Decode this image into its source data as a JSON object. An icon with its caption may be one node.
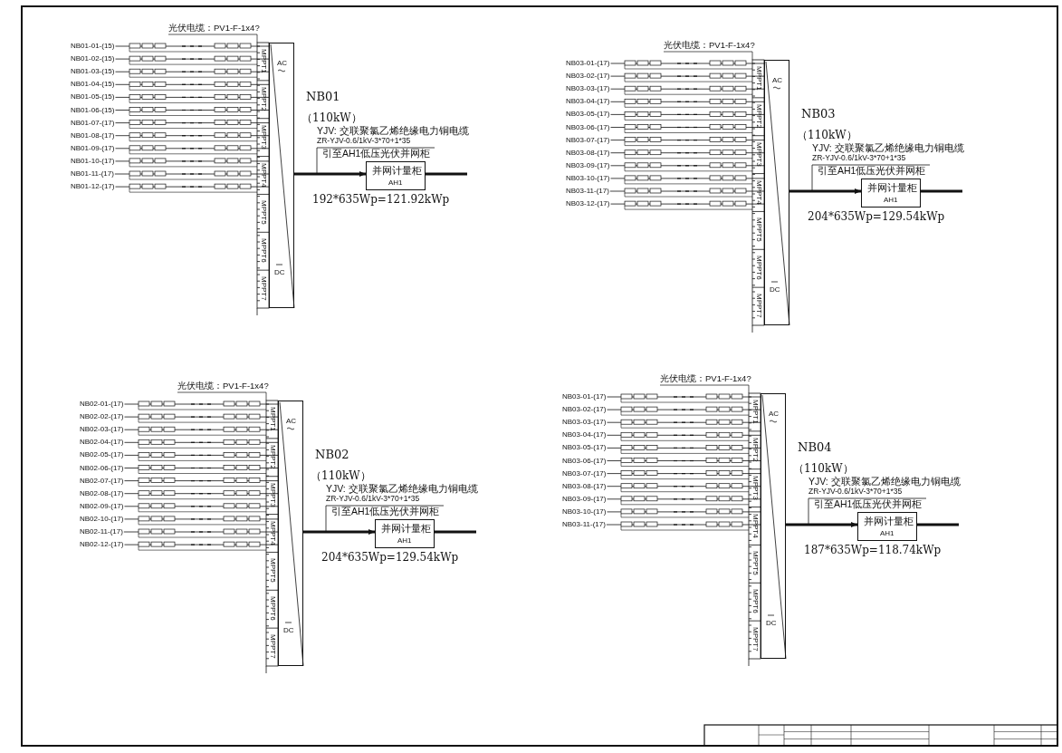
{
  "diagram": {
    "nodes": [
      {
        "text": [
          "NB01-01-(15)"
        ]
      },
      {
        "text": [
          "NB01-02-(15)"
        ]
      },
      {
        "text": [
          "NB01-03-(15)"
        ]
      },
      {
        "text": [
          "NB01-04-(15)"
        ]
      },
      {
        "text": [
          "NB01-05-(15)"
        ]
      },
      {
        "text": [
          "NB01-06-(15)"
        ]
      },
      {
        "text": [
          "NB01-07-(17)"
        ]
      },
      {
        "text": [
          "NB01-08-(17)"
        ]
      },
      {
        "text": [
          "NB01-09-(17)"
        ]
      },
      {
        "text": [
          "NB01-10-(17)"
        ]
      },
      {
        "text": [
          "NB01-11-(17)"
        ]
      },
      {
        "text": [
          "NB01-12-(17)"
        ]
      },
      {
        "text": [
          "AC",
          "DC"
        ],
        "beside": [
          "NB01",
          "（110kW）"
        ]
      },
      {
        "text": [
          "并网计量柜",
          "AH1"
        ]
      },
      {
        "text": [
          "引至AH1低压光伏并网柜"
        ]
      },
      {
        "text": [
          "NB03-01-(17)"
        ]
      },
      {
        "text": [
          "NB03-02-(17)"
        ]
      },
      {
        "text": [
          "NB03-03-(17)"
        ]
      },
      {
        "text": [
          "NB03-04-(17)"
        ]
      },
      {
        "text": [
          "NB03-05-(17)"
        ]
      },
      {
        "text": [
          "NB03-06-(17)"
        ]
      },
      {
        "text": [
          "NB03-07-(17)"
        ]
      },
      {
        "text": [
          "NB03-08-(17)"
        ]
      },
      {
        "text": [
          "NB03-09-(17)"
        ]
      },
      {
        "text": [
          "NB03-10-(17)"
        ]
      },
      {
        "text": [
          "NB03-11-(17)"
        ]
      },
      {
        "text": [
          "NB03-12-(17)"
        ]
      },
      {
        "text": [
          "AC",
          "DC"
        ],
        "beside": [
          "NB03",
          "（110kW）"
        ]
      },
      {
        "text": [
          "并网计量柜",
          "AH1"
        ]
      },
      {
        "text": [
          "引至AH1低压光伏并网柜"
        ]
      },
      {
        "text": [
          "NB02-01-(17)"
        ]
      },
      {
        "text": [
          "NB02-02-(17)"
        ]
      },
      {
        "text": [
          "NB02-03-(17)"
        ]
      },
      {
        "text": [
          "NB02-04-(17)"
        ]
      },
      {
        "text": [
          "NB02-05-(17)"
        ]
      },
      {
        "text": [
          "NB02-06-(17)"
        ]
      },
      {
        "text": [
          "NB02-07-(17)"
        ]
      },
      {
        "text": [
          "NB02-08-(17)"
        ]
      },
      {
        "text": [
          "NB02-09-(17)"
        ]
      },
      {
        "text": [
          "NB02-10-(17)"
        ]
      },
      {
        "text": [
          "NB02-11-(17)"
        ]
      },
      {
        "text": [
          "NB02-12-(17)"
        ]
      },
      {
        "text": [
          "AC",
          "DC"
        ],
        "beside": [
          "NB02",
          "（110kW）"
        ]
      },
      {
        "text": [
          "并网计量柜",
          "AH1"
        ]
      },
      {
        "text": [
          "引至AH1低压光伏并网柜"
        ]
      },
      {
        "text": [
          "NB03-01-(17)"
        ]
      },
      {
        "text": [
          "NB03-02-(17)"
        ]
      },
      {
        "text": [
          "NB03-03-(17)"
        ]
      },
      {
        "text": [
          "NB03-04-(17)"
        ]
      },
      {
        "text": [
          "NB03-05-(17)"
        ]
      },
      {
        "text": [
          "NB03-06-(17)"
        ]
      },
      {
        "text": [
          "NB03-07-(17)"
        ]
      },
      {
        "text": [
          "NB03-08-(17)"
        ]
      },
      {
        "text": [
          "NB03-09-(17)"
        ]
      },
      {
        "text": [
          "NB03-10-(17)"
        ]
      },
      {
        "text": [
          "NB03-11-(17)"
        ]
      },
      {
        "text": [
          "AC",
          "DC"
        ],
        "beside": [
          "NB04",
          "（110kW）"
        ]
      },
      {
        "text": [
          "并网计量柜",
          "AH1"
        ]
      },
      {
        "text": [
          "引至AH1低压光伏并网柜"
        ]
      }
    ],
    "edges": [
      {
        "from": 0,
        "to": 12,
        "arrow": "none"
      },
      {
        "from": 1,
        "to": 12,
        "arrow": "none"
      },
      {
        "from": 2,
        "to": 12,
        "arrow": "none"
      },
      {
        "from": 3,
        "to": 12,
        "arrow": "none"
      },
      {
        "from": 4,
        "to": 12,
        "arrow": "none"
      },
      {
        "from": 5,
        "to": 12,
        "arrow": "none"
      },
      {
        "from": 6,
        "to": 12,
        "arrow": "none"
      },
      {
        "from": 7,
        "to": 12,
        "arrow": "none"
      },
      {
        "from": 8,
        "to": 12,
        "arrow": "none"
      },
      {
        "from": 9,
        "to": 12,
        "arrow": "none"
      },
      {
        "from": 10,
        "to": 12,
        "arrow": "none"
      },
      {
        "from": 11,
        "to": 12,
        "arrow": "none"
      },
      {
        "from": 12,
        "to": 13,
        "arrow": "to",
        "style": "thick"
      },
      {
        "from": 13,
        "to": null,
        "arrow": "none",
        "style": "thick"
      },
      {
        "from": 14,
        "to": null,
        "arrow": "none"
      },
      {
        "from": 15,
        "to": 27,
        "arrow": "none"
      },
      {
        "from": 16,
        "to": 27,
        "arrow": "none"
      },
      {
        "from": 17,
        "to": 27,
        "arrow": "none"
      },
      {
        "from": 18,
        "to": 27,
        "arrow": "none"
      },
      {
        "from": 19,
        "to": 27,
        "arrow": "none"
      },
      {
        "from": 20,
        "to": 27,
        "arrow": "none"
      },
      {
        "from": 21,
        "to": 27,
        "arrow": "none"
      },
      {
        "from": 22,
        "to": 27,
        "arrow": "none"
      },
      {
        "from": 23,
        "to": 27,
        "arrow": "none"
      },
      {
        "from": 24,
        "to": 27,
        "arrow": "none"
      },
      {
        "from": 25,
        "to": 27,
        "arrow": "none"
      },
      {
        "from": 26,
        "to": 27,
        "arrow": "none"
      },
      {
        "from": 27,
        "to": 28,
        "arrow": "to",
        "style": "thick"
      },
      {
        "from": 28,
        "to": null,
        "arrow": "none",
        "style": "thick"
      },
      {
        "from": 29,
        "to": null,
        "arrow": "none"
      },
      {
        "from": 30,
        "to": 42,
        "arrow": "none"
      },
      {
        "from": 31,
        "to": 42,
        "arrow": "none"
      },
      {
        "from": 32,
        "to": 42,
        "arrow": "none"
      },
      {
        "from": 33,
        "to": 42,
        "arrow": "none"
      },
      {
        "from": 34,
        "to": 42,
        "arrow": "none"
      },
      {
        "from": 35,
        "to": 42,
        "arrow": "none"
      },
      {
        "from": 36,
        "to": 42,
        "arrow": "none"
      },
      {
        "from": 37,
        "to": 42,
        "arrow": "none"
      },
      {
        "from": 38,
        "to": 42,
        "arrow": "none"
      },
      {
        "from": 39,
        "to": 42,
        "arrow": "none"
      },
      {
        "from": 40,
        "to": 42,
        "arrow": "none"
      },
      {
        "from": 41,
        "to": 42,
        "arrow": "none"
      },
      {
        "from": 42,
        "to": 43,
        "arrow": "to",
        "style": "thick"
      },
      {
        "from": 43,
        "to": null,
        "arrow": "none",
        "style": "thick"
      },
      {
        "from": 44,
        "to": null,
        "arrow": "none"
      },
      {
        "from": 45,
        "to": 56,
        "arrow": "none"
      },
      {
        "from": 46,
        "to": 56,
        "arrow": "none"
      },
      {
        "from": 47,
        "to": 56,
        "arrow": "none"
      },
      {
        "from": 48,
        "to": 56,
        "arrow": "none"
      },
      {
        "from": 49,
        "to": 56,
        "arrow": "none"
      },
      {
        "from": 50,
        "to": 56,
        "arrow": "none"
      },
      {
        "from": 51,
        "to": 56,
        "arrow": "none"
      },
      {
        "from": 52,
        "to": 56,
        "arrow": "none"
      },
      {
        "from": 53,
        "to": 56,
        "arrow": "none"
      },
      {
        "from": 54,
        "to": 56,
        "arrow": "none"
      },
      {
        "from": 55,
        "to": 56,
        "arrow": "none"
      },
      {
        "from": 56,
        "to": 57,
        "arrow": "to",
        "style": "thick"
      },
      {
        "from": 57,
        "to": null,
        "arrow": "none",
        "style": "thick"
      },
      {
        "from": 58,
        "to": null,
        "arrow": "none"
      }
    ],
    "labels": [
      "光伏电缆：PV1-F-1x4?",
      "MPPT1",
      "MPPT2",
      "MPPT3",
      "MPPT4",
      "MPPT5",
      "MPPT6",
      "MPPT7",
      "YJV: 交联聚氯乙烯绝缘电力铜电缆",
      "ZR-YJV-0.6/1kV-3*70+1*35",
      "192*635Wp=121.92kWp",
      "光伏电缆：PV1-F-1x4?",
      "MPPT1",
      "MPPT2",
      "MPPT3",
      "MPPT4",
      "MPPT5",
      "MPPT6",
      "MPPT7",
      "YJV: 交联聚氯乙烯绝缘电力铜电缆",
      "ZR-YJV-0.6/1kV-3*70+1*35",
      "204*635Wp=129.54kWp",
      "光伏电缆：PV1-F-1x4?",
      "MPPT1",
      "MPPT2",
      "MPPT3",
      "MPPT4",
      "MPPT5",
      "MPPT6",
      "MPPT7",
      "YJV: 交联聚氯乙烯绝缘电力铜电缆",
      "ZR-YJV-0.6/1kV-3*70+1*35",
      "204*635Wp=129.54kWp",
      "光伏电缆：PV1-F-1x4?",
      "MPPT1",
      "MPPT2",
      "MPPT3",
      "MPPT4",
      "MPPT5",
      "MPPT6",
      "MPPT7",
      "YJV: 交联聚氯乙烯绝缘电力铜电缆",
      "ZR-YJV-0.6/1kV-3*70+1*35",
      "187*635Wp=118.74kWp"
    ]
  }
}
